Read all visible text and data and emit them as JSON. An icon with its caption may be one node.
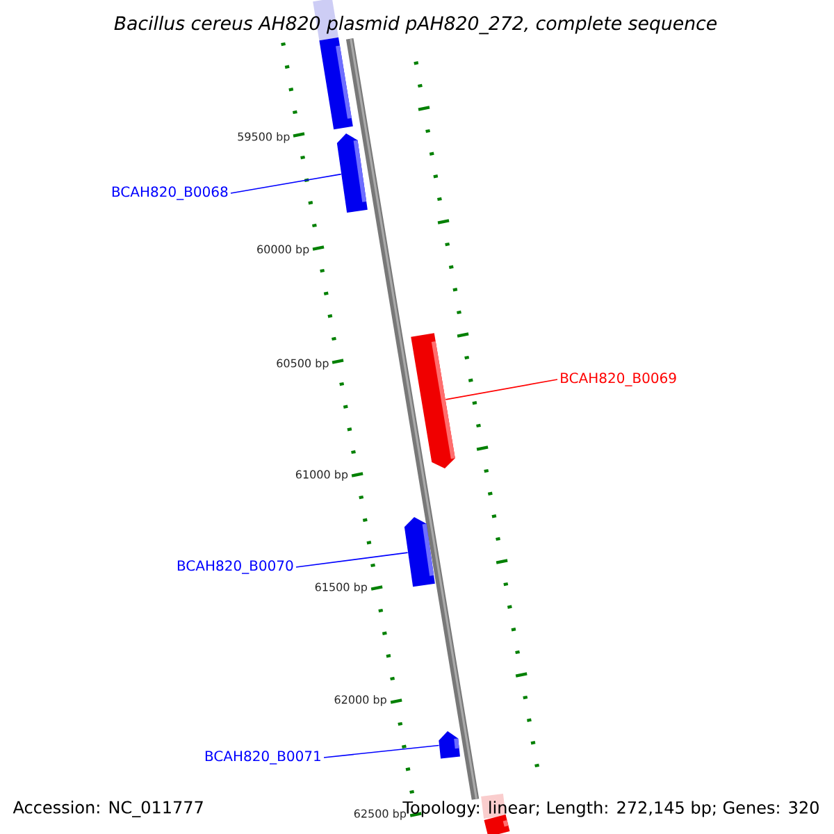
{
  "diagram": {
    "title": "Bacillus cereus AH820 plasmid pAH820_272, complete sequence",
    "nodes": [
      {
        "text": [],
        "shape": "arrow"
      },
      {
        "text": [
          "BCAH820_B0068"
        ]
      },
      {
        "text": [],
        "shape": "arrow"
      },
      {
        "text": [],
        "shape": "arrow"
      },
      {
        "text": [
          "BCAH820_B0069"
        ]
      },
      {
        "text": [
          "BCAH820_B0070"
        ]
      },
      {
        "text": [],
        "shape": "arrow"
      },
      {
        "text": [
          "BCAH820_B0071"
        ]
      },
      {
        "text": [],
        "shape": "arrow"
      },
      {
        "text": [],
        "shape": "arrow"
      }
    ],
    "edges": [
      {
        "from": 1,
        "to": 2,
        "arrow": "none"
      },
      {
        "from": 4,
        "to": 3,
        "arrow": "none",
        "color": "#ff0000"
      },
      {
        "from": 5,
        "to": 6,
        "arrow": "none"
      },
      {
        "from": 7,
        "to": 8,
        "arrow": "none"
      }
    ],
    "labels": [
      "59500 bp",
      "60000 bp",
      "60500 bp",
      "61000 bp",
      "61500 bp",
      "62000 bp",
      "62500 bp",
      "Accession: NC_011777",
      "Topology: linear; Length: 272,145 bp; Genes: 320"
    ]
  }
}
